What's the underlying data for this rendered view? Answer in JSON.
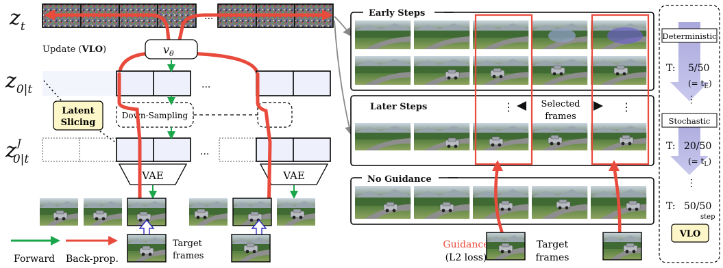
{
  "left": {
    "z_t": {
      "main": "z",
      "sub": "t"
    },
    "z0t": {
      "main": "z",
      "sub": "0|t"
    },
    "z0tj": {
      "main": "z",
      "sub": "0|t",
      "sup": "J"
    },
    "ellipsis": "...",
    "update_prefix": "Update (",
    "update_bold": "VLO",
    "update_suffix": ")",
    "v_theta": "v",
    "v_theta_sub": "θ",
    "latent_slicing_line1": "Latent",
    "latent_slicing_line2": "Slicing",
    "down_sampling": "Down-Sampling",
    "vae": "VAE",
    "target_frames_line1": "Target",
    "target_frames_line2": "frames",
    "legend_forward": "Forward",
    "legend_backprop": "Back-prop."
  },
  "right": {
    "early_steps": "Early Steps",
    "later_steps": "Later Steps",
    "no_guidance": "No Guidance",
    "vdots": "⋮",
    "selected_frames_line1": "Selected",
    "selected_frames_line2": "frames",
    "guidance": "Guidance",
    "l2_loss": "(L2 loss)",
    "target_frames_line1": "Target",
    "target_frames_line2": "frames"
  },
  "schedule": {
    "deterministic": "Deterministic",
    "stochastic": "Stochastic",
    "t_label": "T:",
    "t1": "5/50",
    "t1_eq": "(= t",
    "t1_sub": "E",
    "t2": "20/50",
    "t2_eq": "(= t",
    "t2_sub": "L",
    "vdots": "⋮",
    "t3": "50/50",
    "step": "step",
    "vlo": "VLO"
  },
  "colors": {
    "forward": "#1aa64a",
    "backprop": "#e84a3c",
    "latent_fill": "#eef0fb",
    "latent_faint": "#f3f5fd",
    "slicing_fill": "#fdf6c8",
    "schedule_arrow": "#a9a8db",
    "vlo_box": "#fdf6c8"
  },
  "icons": [
    "noise-texture",
    "thumbnail-car",
    "double-arrow",
    "down-arrow"
  ]
}
